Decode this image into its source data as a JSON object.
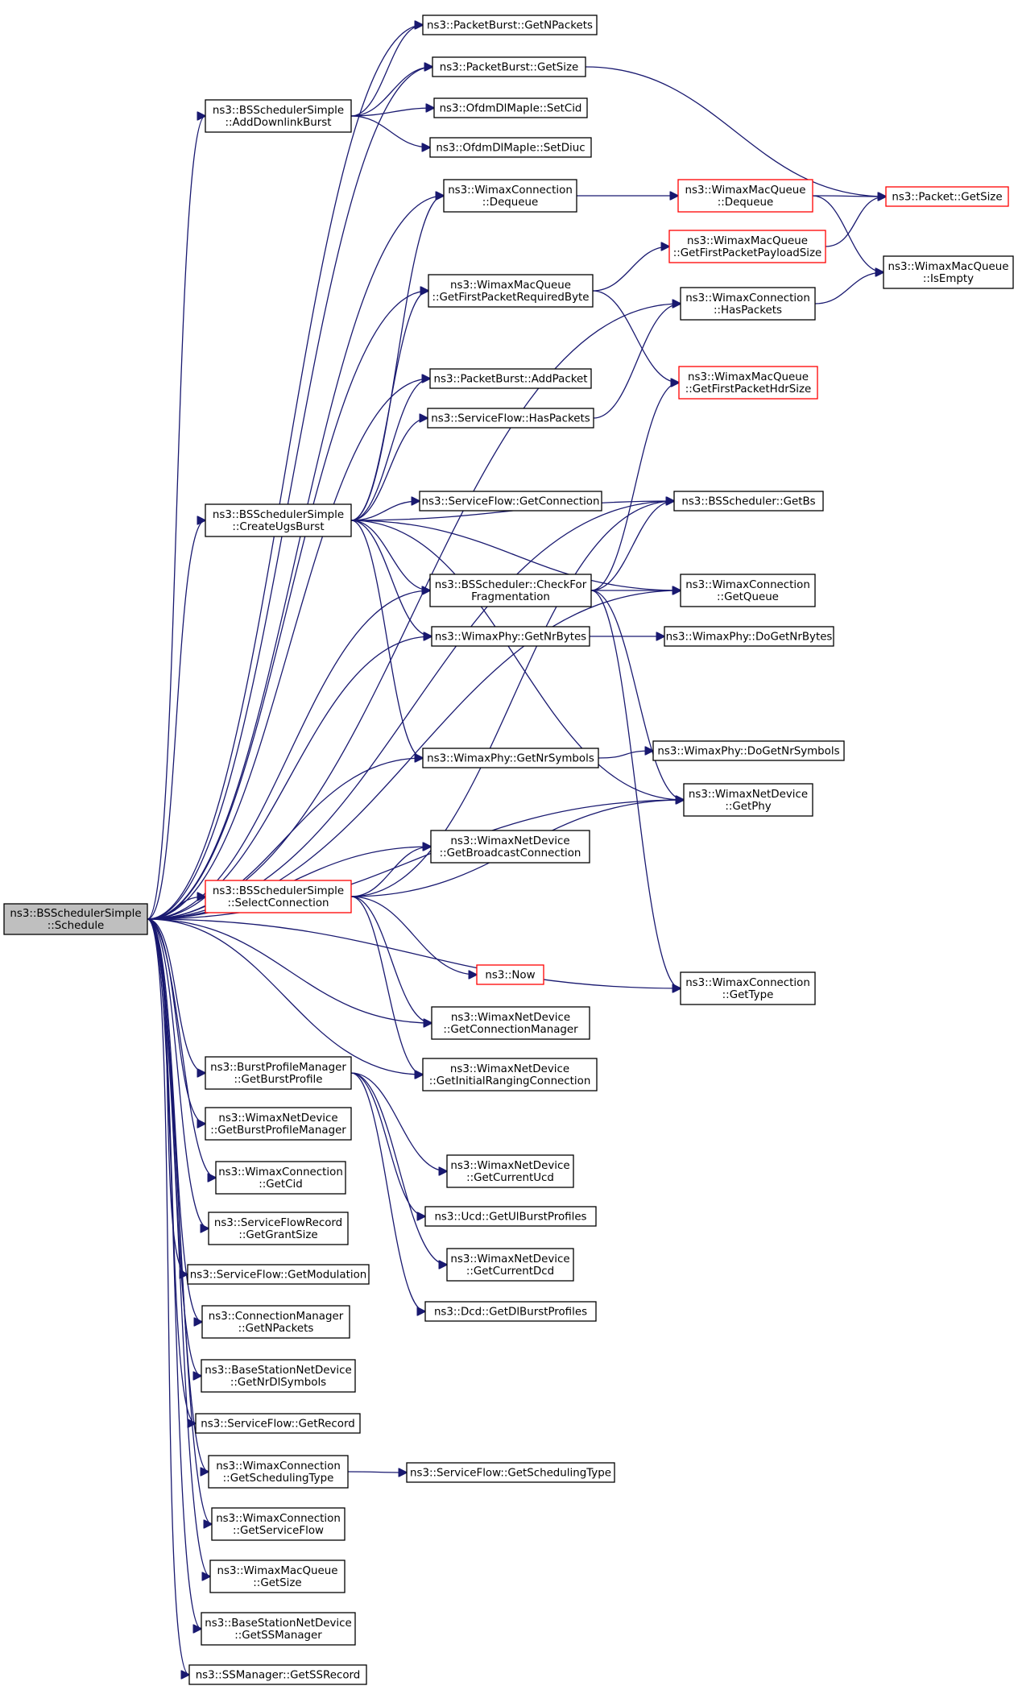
{
  "diagram": {
    "colors": {
      "edge": "#191970",
      "root_fill": "#bfbfbf",
      "border": "#000000",
      "truncated_border": "#ff0000"
    },
    "nodes": [
      {
        "id": "schedule",
        "lines": [
          "ns3::BSSchedulerSimple",
          "::Schedule"
        ],
        "style": "root"
      },
      {
        "id": "pb_getnpackets",
        "lines": [
          "ns3::PacketBurst::GetNPackets"
        ],
        "style": "normal"
      },
      {
        "id": "pb_getsize",
        "lines": [
          "ns3::PacketBurst::GetSize"
        ],
        "style": "normal"
      },
      {
        "id": "adddownlink",
        "lines": [
          "ns3::BSSchedulerSimple",
          "::AddDownlinkBurst"
        ],
        "style": "normal"
      },
      {
        "id": "ofdm_setcid",
        "lines": [
          "ns3::OfdmDlMapIe::SetCid"
        ],
        "style": "normal"
      },
      {
        "id": "ofdm_setdiuc",
        "lines": [
          "ns3::OfdmDlMapIe::SetDiuc"
        ],
        "style": "normal"
      },
      {
        "id": "wc_dequeue",
        "lines": [
          "ns3::WimaxConnection",
          "::Dequeue"
        ],
        "style": "normal"
      },
      {
        "id": "wmq_dequeue",
        "lines": [
          "ns3::WimaxMacQueue",
          "::Dequeue"
        ],
        "style": "truncated"
      },
      {
        "id": "packet_getsize",
        "lines": [
          "ns3::Packet::GetSize"
        ],
        "style": "truncated"
      },
      {
        "id": "wmq_payload",
        "lines": [
          "ns3::WimaxMacQueue",
          "::GetFirstPacketPayloadSize"
        ],
        "style": "truncated"
      },
      {
        "id": "wmq_isempty",
        "lines": [
          "ns3::WimaxMacQueue",
          "::IsEmpty"
        ],
        "style": "normal"
      },
      {
        "id": "wmq_reqbyte",
        "lines": [
          "ns3::WimaxMacQueue",
          "::GetFirstPacketRequiredByte"
        ],
        "style": "normal"
      },
      {
        "id": "wc_haspackets",
        "lines": [
          "ns3::WimaxConnection",
          "::HasPackets"
        ],
        "style": "normal"
      },
      {
        "id": "wmq_hdrsize",
        "lines": [
          "ns3::WimaxMacQueue",
          "::GetFirstPacketHdrSize"
        ],
        "style": "truncated"
      },
      {
        "id": "pb_addpacket",
        "lines": [
          "ns3::PacketBurst::AddPacket"
        ],
        "style": "normal"
      },
      {
        "id": "sf_haspackets",
        "lines": [
          "ns3::ServiceFlow::HasPackets"
        ],
        "style": "normal"
      },
      {
        "id": "createugs",
        "lines": [
          "ns3::BSSchedulerSimple",
          "::CreateUgsBurst"
        ],
        "style": "normal"
      },
      {
        "id": "sf_getconn",
        "lines": [
          "ns3::ServiceFlow::GetConnection"
        ],
        "style": "normal"
      },
      {
        "id": "bss_getbs",
        "lines": [
          "ns3::BSScheduler::GetBs"
        ],
        "style": "normal"
      },
      {
        "id": "bss_checkfrag",
        "lines": [
          "ns3::BSScheduler::CheckFor",
          "Fragmentation"
        ],
        "style": "normal"
      },
      {
        "id": "wc_getqueue",
        "lines": [
          "ns3::WimaxConnection",
          "::GetQueue"
        ],
        "style": "normal"
      },
      {
        "id": "wp_getnrbytes",
        "lines": [
          "ns3::WimaxPhy::GetNrBytes"
        ],
        "style": "normal"
      },
      {
        "id": "wp_dogetnrbytes",
        "lines": [
          "ns3::WimaxPhy::DoGetNrBytes"
        ],
        "style": "normal"
      },
      {
        "id": "wp_getnrsymbols",
        "lines": [
          "ns3::WimaxPhy::GetNrSymbols"
        ],
        "style": "normal"
      },
      {
        "id": "wp_dogetnrsymbols",
        "lines": [
          "ns3::WimaxPhy::DoGetNrSymbols"
        ],
        "style": "normal"
      },
      {
        "id": "wnd_getphy",
        "lines": [
          "ns3::WimaxNetDevice",
          "::GetPhy"
        ],
        "style": "normal"
      },
      {
        "id": "wnd_getbcast",
        "lines": [
          "ns3::WimaxNetDevice",
          "::GetBroadcastConnection"
        ],
        "style": "normal"
      },
      {
        "id": "selectconn",
        "lines": [
          "ns3::BSSchedulerSimple",
          "::SelectConnection"
        ],
        "style": "truncated"
      },
      {
        "id": "now",
        "lines": [
          "ns3::Now"
        ],
        "style": "truncated"
      },
      {
        "id": "wc_gettype",
        "lines": [
          "ns3::WimaxConnection",
          "::GetType"
        ],
        "style": "normal"
      },
      {
        "id": "wnd_getconnmgr",
        "lines": [
          "ns3::WimaxNetDevice",
          "::GetConnectionManager"
        ],
        "style": "normal"
      },
      {
        "id": "bpm_getburstprofile",
        "lines": [
          "ns3::BurstProfileManager",
          "::GetBurstProfile"
        ],
        "style": "normal"
      },
      {
        "id": "wnd_getinitranging",
        "lines": [
          "ns3::WimaxNetDevice",
          "::GetInitialRangingConnection"
        ],
        "style": "normal"
      },
      {
        "id": "wnd_getbpm",
        "lines": [
          "ns3::WimaxNetDevice",
          "::GetBurstProfileManager"
        ],
        "style": "normal"
      },
      {
        "id": "wnd_getcurucd",
        "lines": [
          "ns3::WimaxNetDevice",
          "::GetCurrentUcd"
        ],
        "style": "normal"
      },
      {
        "id": "wc_getcid",
        "lines": [
          "ns3::WimaxConnection",
          "::GetCid"
        ],
        "style": "normal"
      },
      {
        "id": "ucd_getulbp",
        "lines": [
          "ns3::Ucd::GetUlBurstProfiles"
        ],
        "style": "normal"
      },
      {
        "id": "sfr_getgrantsize",
        "lines": [
          "ns3::ServiceFlowRecord",
          "::GetGrantSize"
        ],
        "style": "normal"
      },
      {
        "id": "wnd_getcurdcd",
        "lines": [
          "ns3::WimaxNetDevice",
          "::GetCurrentDcd"
        ],
        "style": "normal"
      },
      {
        "id": "sf_getmodulation",
        "lines": [
          "ns3::ServiceFlow::GetModulation"
        ],
        "style": "normal"
      },
      {
        "id": "dcd_getdlbp",
        "lines": [
          "ns3::Dcd::GetDlBurstProfiles"
        ],
        "style": "normal"
      },
      {
        "id": "cm_getnpackets",
        "lines": [
          "ns3::ConnectionManager",
          "::GetNPackets"
        ],
        "style": "normal"
      },
      {
        "id": "bsnd_getnrdlsymbols",
        "lines": [
          "ns3::BaseStationNetDevice",
          "::GetNrDlSymbols"
        ],
        "style": "normal"
      },
      {
        "id": "sf_getrecord",
        "lines": [
          "ns3::ServiceFlow::GetRecord"
        ],
        "style": "normal"
      },
      {
        "id": "wc_getschedtype",
        "lines": [
          "ns3::WimaxConnection",
          "::GetSchedulingType"
        ],
        "style": "normal"
      },
      {
        "id": "sf_getschedtype",
        "lines": [
          "ns3::ServiceFlow::GetSchedulingType"
        ],
        "style": "normal"
      },
      {
        "id": "wc_getserviceflow",
        "lines": [
          "ns3::WimaxConnection",
          "::GetServiceFlow"
        ],
        "style": "normal"
      },
      {
        "id": "wmq_getsize",
        "lines": [
          "ns3::WimaxMacQueue",
          "::GetSize"
        ],
        "style": "normal"
      },
      {
        "id": "bsnd_getssmanager",
        "lines": [
          "ns3::BaseStationNetDevice",
          "::GetSSManager"
        ],
        "style": "normal"
      },
      {
        "id": "ssm_getssrecord",
        "lines": [
          "ns3::SSManager::GetSSRecord"
        ],
        "style": "normal"
      }
    ],
    "edges": [
      [
        "schedule",
        "pb_getnpackets"
      ],
      [
        "schedule",
        "pb_getsize"
      ],
      [
        "schedule",
        "adddownlink"
      ],
      [
        "schedule",
        "wc_dequeue"
      ],
      [
        "schedule",
        "wmq_reqbyte"
      ],
      [
        "schedule",
        "wc_haspackets"
      ],
      [
        "schedule",
        "bss_getbs"
      ],
      [
        "schedule",
        "pb_addpacket"
      ],
      [
        "schedule",
        "createugs"
      ],
      [
        "schedule",
        "bss_checkfrag"
      ],
      [
        "schedule",
        "wp_getnrbytes"
      ],
      [
        "schedule",
        "wc_getqueue"
      ],
      [
        "schedule",
        "wp_getnrsymbols"
      ],
      [
        "schedule",
        "wnd_getphy"
      ],
      [
        "schedule",
        "wnd_getbcast"
      ],
      [
        "schedule",
        "selectconn"
      ],
      [
        "schedule",
        "wnd_getconnmgr"
      ],
      [
        "schedule",
        "wnd_getinitranging"
      ],
      [
        "schedule",
        "wc_gettype"
      ],
      [
        "schedule",
        "bpm_getburstprofile"
      ],
      [
        "schedule",
        "wnd_getbpm"
      ],
      [
        "schedule",
        "wc_getcid"
      ],
      [
        "schedule",
        "sfr_getgrantsize"
      ],
      [
        "schedule",
        "sf_getmodulation"
      ],
      [
        "schedule",
        "cm_getnpackets"
      ],
      [
        "schedule",
        "bsnd_getnrdlsymbols"
      ],
      [
        "schedule",
        "sf_getrecord"
      ],
      [
        "schedule",
        "wc_getschedtype"
      ],
      [
        "schedule",
        "wc_getserviceflow"
      ],
      [
        "schedule",
        "wmq_getsize"
      ],
      [
        "schedule",
        "bsnd_getssmanager"
      ],
      [
        "schedule",
        "ssm_getssrecord"
      ],
      [
        "adddownlink",
        "pb_getnpackets"
      ],
      [
        "adddownlink",
        "pb_getsize"
      ],
      [
        "adddownlink",
        "ofdm_setcid"
      ],
      [
        "adddownlink",
        "ofdm_setdiuc"
      ],
      [
        "pb_getsize",
        "packet_getsize"
      ],
      [
        "wc_dequeue",
        "wmq_dequeue"
      ],
      [
        "wmq_dequeue",
        "packet_getsize"
      ],
      [
        "wmq_dequeue",
        "wmq_isempty"
      ],
      [
        "wmq_payload",
        "packet_getsize"
      ],
      [
        "wmq_reqbyte",
        "wmq_payload"
      ],
      [
        "wmq_reqbyte",
        "wmq_hdrsize"
      ],
      [
        "wc_haspackets",
        "wmq_isempty"
      ],
      [
        "sf_haspackets",
        "wc_haspackets"
      ],
      [
        "createugs",
        "wc_dequeue"
      ],
      [
        "createugs",
        "wmq_reqbyte"
      ],
      [
        "createugs",
        "pb_addpacket"
      ],
      [
        "createugs",
        "sf_haspackets"
      ],
      [
        "createugs",
        "sf_getconn"
      ],
      [
        "createugs",
        "bss_getbs"
      ],
      [
        "createugs",
        "bss_checkfrag"
      ],
      [
        "createugs",
        "wc_getqueue"
      ],
      [
        "createugs",
        "wp_getnrbytes"
      ],
      [
        "createugs",
        "wp_getnrsymbols"
      ],
      [
        "createugs",
        "wnd_getphy"
      ],
      [
        "bss_checkfrag",
        "wmq_hdrsize"
      ],
      [
        "bss_checkfrag",
        "bss_getbs"
      ],
      [
        "bss_checkfrag",
        "wc_getqueue"
      ],
      [
        "bss_checkfrag",
        "wnd_getphy"
      ],
      [
        "bss_checkfrag",
        "wc_gettype"
      ],
      [
        "wp_getnrbytes",
        "wp_dogetnrbytes"
      ],
      [
        "wp_getnrsymbols",
        "wp_dogetnrsymbols"
      ],
      [
        "selectconn",
        "wnd_getbcast"
      ],
      [
        "selectconn",
        "bss_getbs"
      ],
      [
        "selectconn",
        "wnd_getphy"
      ],
      [
        "selectconn",
        "now"
      ],
      [
        "selectconn",
        "wnd_getconnmgr"
      ],
      [
        "selectconn",
        "wnd_getinitranging"
      ],
      [
        "bpm_getburstprofile",
        "wnd_getcurucd"
      ],
      [
        "bpm_getburstprofile",
        "ucd_getulbp"
      ],
      [
        "bpm_getburstprofile",
        "wnd_getcurdcd"
      ],
      [
        "bpm_getburstprofile",
        "dcd_getdlbp"
      ],
      [
        "wc_getschedtype",
        "sf_getschedtype"
      ]
    ]
  }
}
